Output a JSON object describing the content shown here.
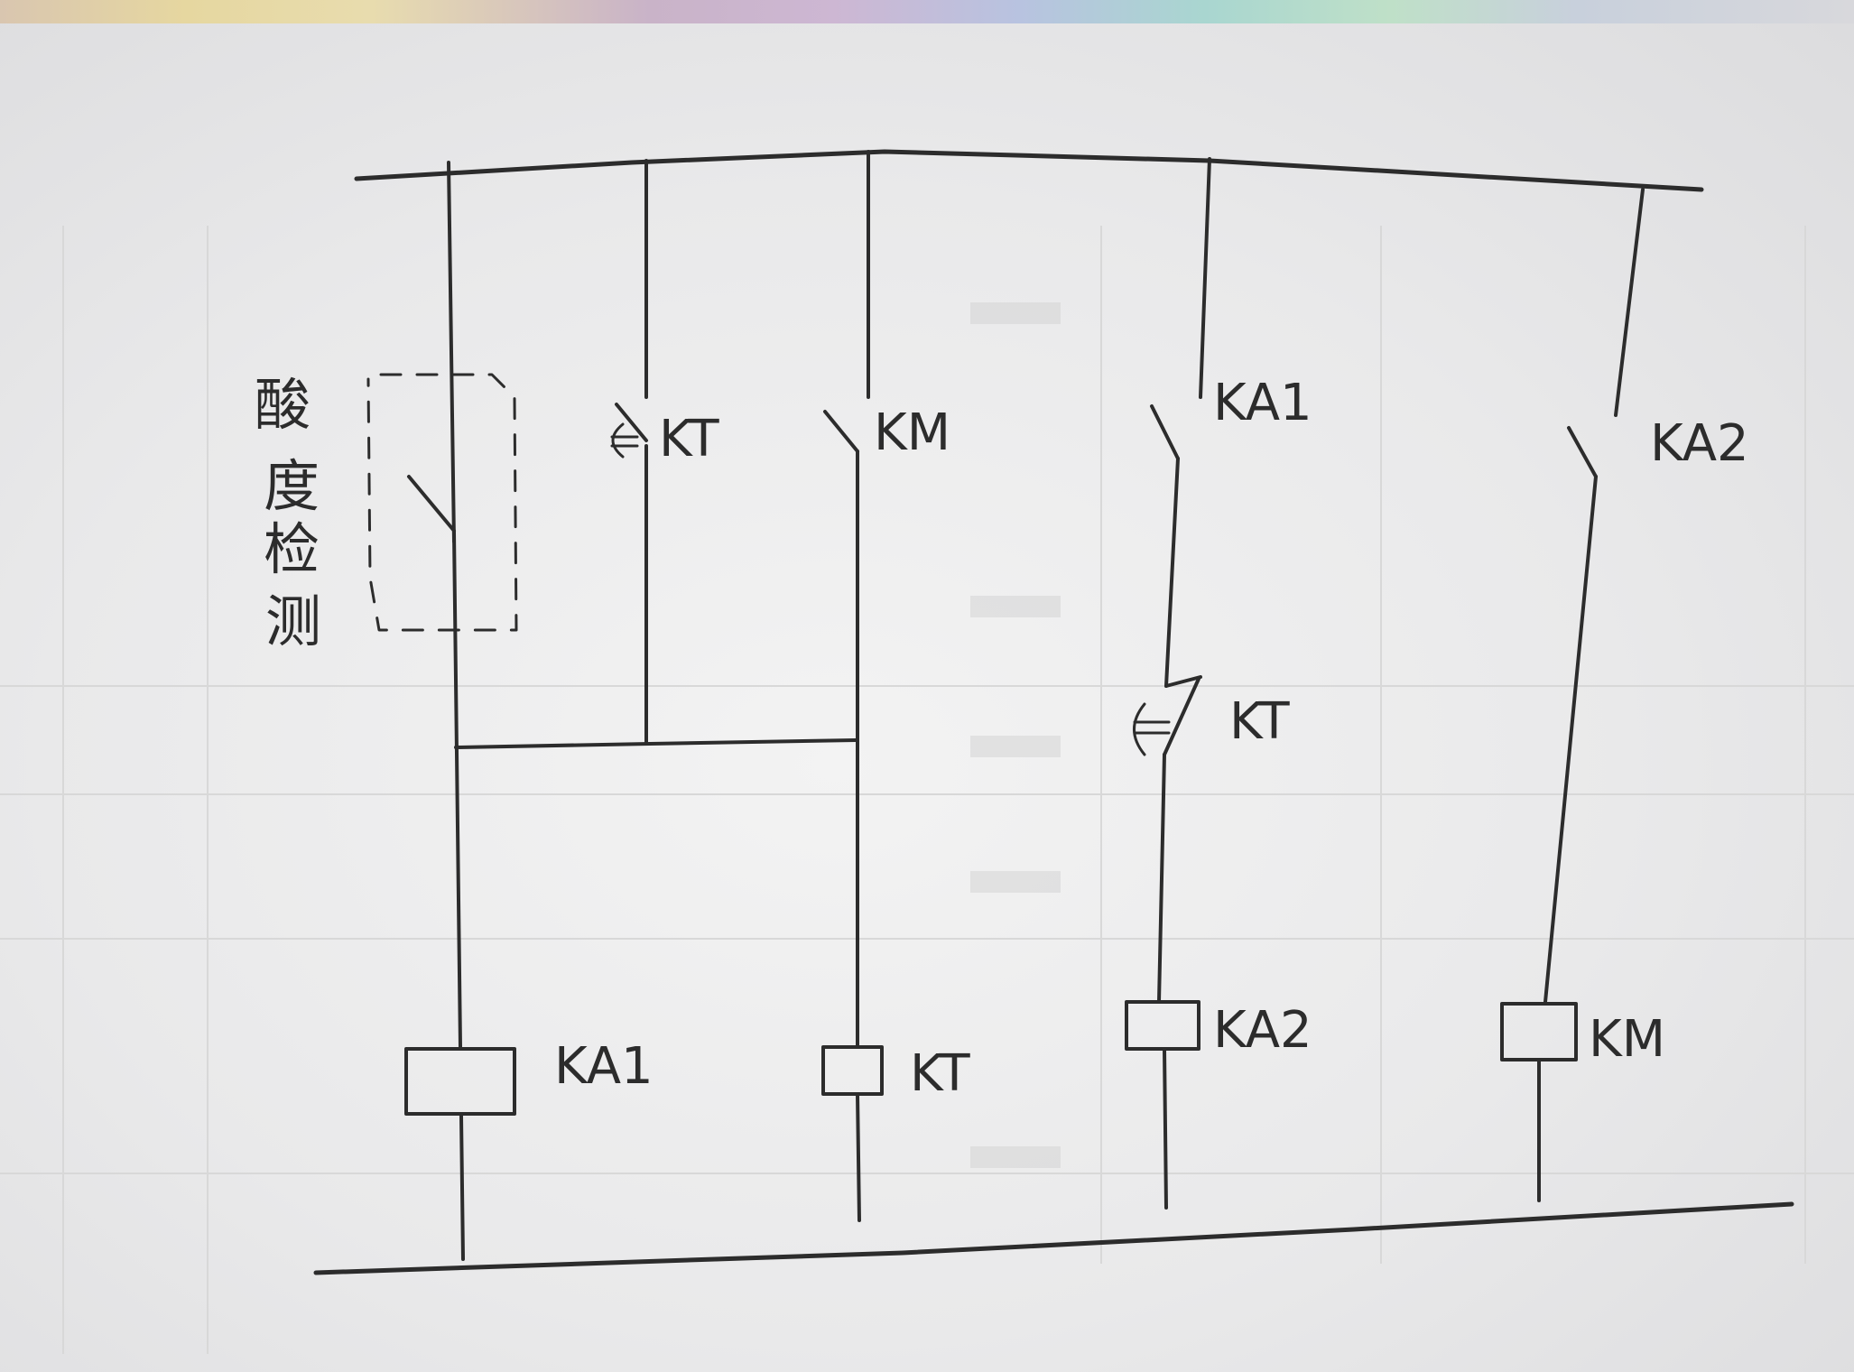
{
  "labels": {
    "acid_detection_char_1": "酸",
    "acid_detection_char_2": "度",
    "acid_detection_char_3": "检",
    "acid_detection_char_4": "测",
    "contact_kt_top": "KT",
    "contact_km": "KM",
    "contact_ka1": "KA1",
    "contact_ka2": "KA2",
    "contact_kt_mid": "KT",
    "coil_ka1": "KA1",
    "coil_kt": "KT",
    "coil_ka2": "KA2",
    "coil_km": "KM"
  },
  "colors": {
    "ink": "#2c2c2c",
    "paper": "#ececec"
  }
}
